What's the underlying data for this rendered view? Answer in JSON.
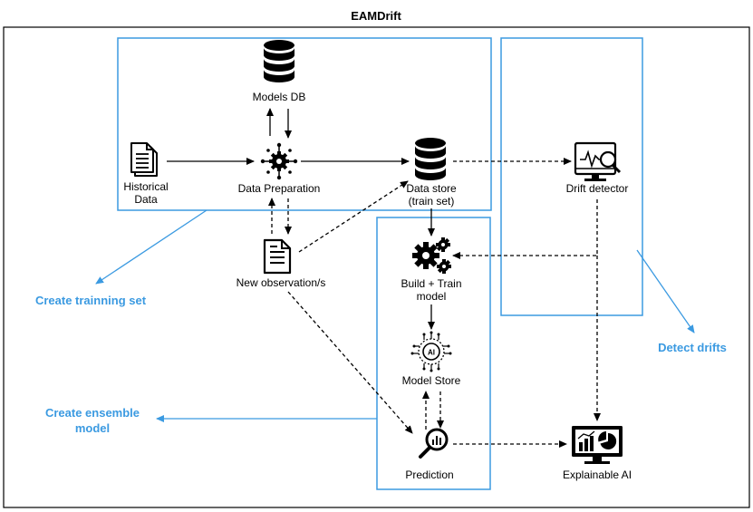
{
  "title": "EAMDrift",
  "colors": {
    "accent": "#3b9ae1",
    "ink": "#000000"
  },
  "nodes": {
    "models_db": {
      "label": "Models DB",
      "icon": "database-icon"
    },
    "historical_data": {
      "label_line1": "Historical",
      "label_line2": "Data",
      "icon": "documents-icon"
    },
    "data_preparation": {
      "label": "Data Preparation",
      "icon": "gear-network-icon"
    },
    "data_store": {
      "label_line1": "Data store",
      "label_line2": "(train set)",
      "icon": "database-icon"
    },
    "drift_detector": {
      "label": "Drift detector",
      "icon": "monitor-search-icon"
    },
    "new_observations": {
      "label": "New observation/s",
      "icon": "document-icon"
    },
    "build_train": {
      "label_line1": "Build + Train",
      "label_line2": "model",
      "icon": "gears-icon"
    },
    "model_store": {
      "label": "Model Store",
      "icon": "ai-chip-icon"
    },
    "prediction": {
      "label": "Prediction",
      "icon": "magnifier-chart-icon"
    },
    "explainable_ai": {
      "label": "Explainable AI",
      "icon": "monitor-chart-icon"
    }
  },
  "annotations": {
    "create_training": "Create trainning set",
    "detect_drifts": "Detect drifts",
    "create_ensemble_line1": "Create ensemble",
    "create_ensemble_line2": "model"
  }
}
